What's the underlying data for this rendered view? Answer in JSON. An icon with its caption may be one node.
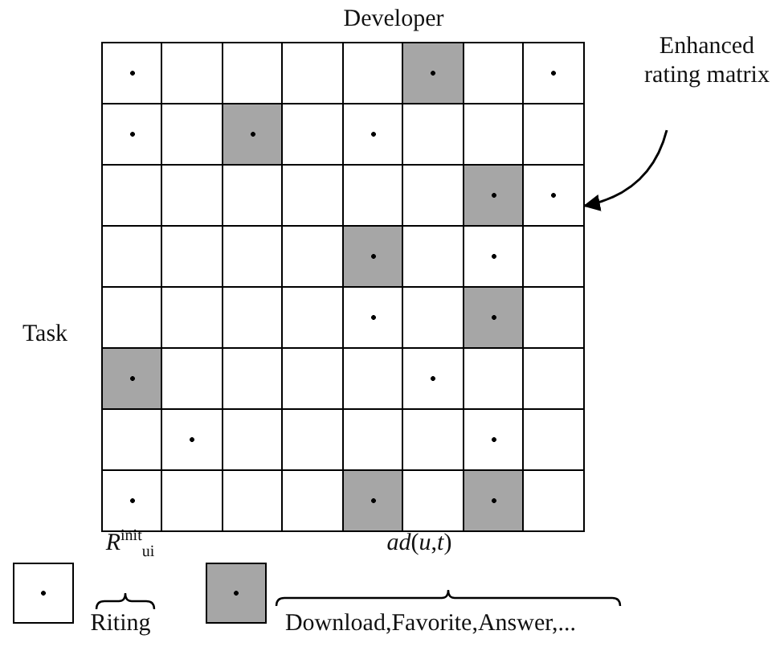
{
  "diagram": {
    "nodes": [
      {
        "text": [
          "Enhanced rating matrix"
        ]
      },
      {
        "text": [],
        "shape": "box"
      }
    ],
    "edges": [
      {
        "from": 0,
        "to": 1,
        "arrow": "to"
      }
    ],
    "labels": [
      "Developer",
      "Task",
      "*R*$^{init}$$_{ui}$",
      "*ad*(*u*,*t*)"
    ],
    "legend": [
      {
        "text": "Riting",
        "color": "#ffffff"
      },
      {
        "text": "Download,Favorite,Answer,...",
        "color": "#a6a6a6"
      }
    ]
  }
}
